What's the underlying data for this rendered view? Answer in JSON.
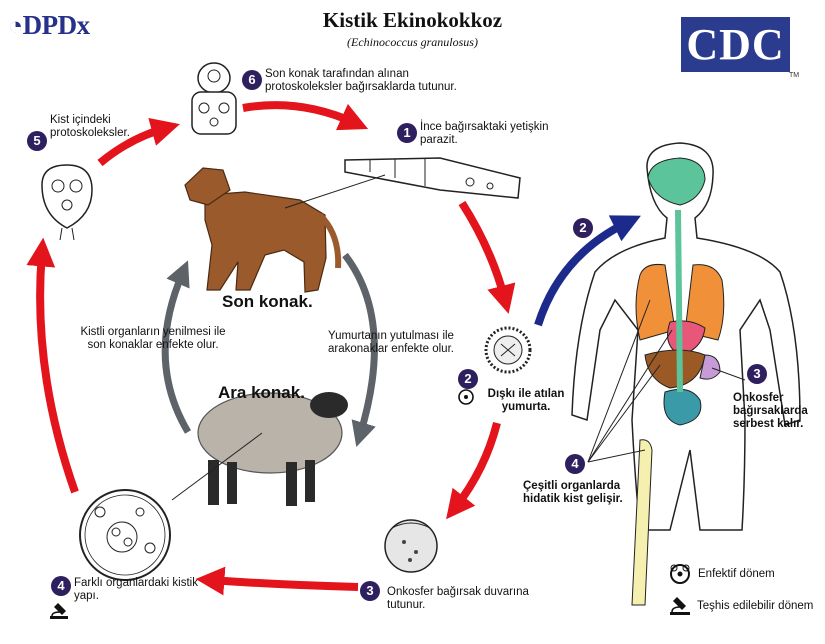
{
  "header": {
    "title": "Kistik Ekinokokkoz",
    "subtitle": "(Echinococcus granulosus)",
    "dpdx_logo_text": "DPDx",
    "cdc_logo_text": "CDC",
    "cdc_tm": "TM"
  },
  "hosts": {
    "definitive": "Son konak.",
    "intermediate": "Ara konak."
  },
  "steps": [
    {
      "num": "1",
      "text": "İnce bağırsaktaki yetişkin parazit."
    },
    {
      "num": "2",
      "text": "Dışkı ile atılan yumurta."
    },
    {
      "num": "3",
      "text": "Onkosfer bağırsak duvarına tutunur."
    },
    {
      "num": "4",
      "text": "Farklı organlardaki kistik yapı."
    },
    {
      "num": "5",
      "text": "Kist içindeki protoskoleksler."
    },
    {
      "num": "6",
      "text": "Son konak tarafından alınan protoskoleksler bağırsaklarda tutunur."
    }
  ],
  "human": {
    "step2_num": "2",
    "step3_num": "3",
    "step3_text": "Onkosfer bağırsaklarda serbest kalır.",
    "step4_num": "4",
    "step4_text": "Çeşitli organlarda hidatik kist gelişir."
  },
  "inner_labels": {
    "left": "Kistli organların yenilmesi ile son konaklar enfekte olur.",
    "right": "Yumurtanın yutulması ile arakonaklar enfekte olur."
  },
  "legend": {
    "infective": "Enfektif dönem",
    "diagnostic": "Teşhis edilebilir dönem"
  },
  "colors": {
    "red_arrow": "#e3141b",
    "blue_arrow": "#1c2a8c",
    "gray_arrow": "#5d6368",
    "badge": "#2e1f5e",
    "dog": "#9a5a2c",
    "sheep": "#b9b3aa",
    "brain": "#5bc49a",
    "lungs": "#f0913a",
    "liver": "#9b5a25",
    "intestine": "#3b9aa8"
  }
}
